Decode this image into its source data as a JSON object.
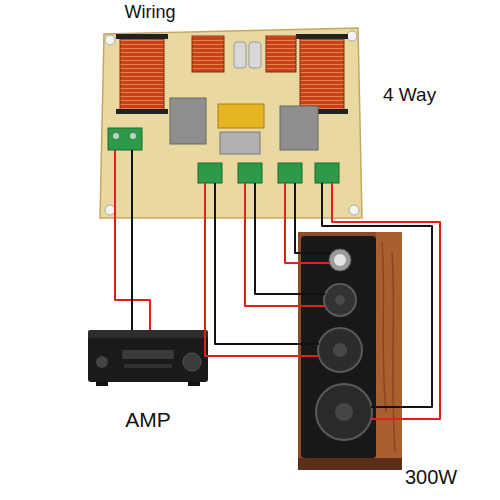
{
  "diagram": {
    "title": "Wiring",
    "nodes": [
      {
        "text": [
          "4 Way"
        ]
      },
      {
        "text": [
          "AMP"
        ]
      },
      {
        "text": [
          "300W"
        ]
      }
    ],
    "edges": [
      {
        "from": 1,
        "to": 0,
        "arrow": "none"
      },
      {
        "from": 1,
        "to": 0,
        "arrow": "none"
      },
      {
        "from": 0,
        "to": 2,
        "arrow": "none"
      },
      {
        "from": 0,
        "to": 2,
        "arrow": "none"
      },
      {
        "from": 0,
        "to": 2,
        "arrow": "none"
      },
      {
        "from": 0,
        "to": 2,
        "arrow": "none"
      },
      {
        "from": 0,
        "to": 2,
        "arrow": "none"
      },
      {
        "from": 0,
        "to": 2,
        "arrow": "none"
      },
      {
        "from": 0,
        "to": 2,
        "arrow": "none"
      },
      {
        "from": 0,
        "to": 2,
        "arrow": "none"
      }
    ]
  }
}
